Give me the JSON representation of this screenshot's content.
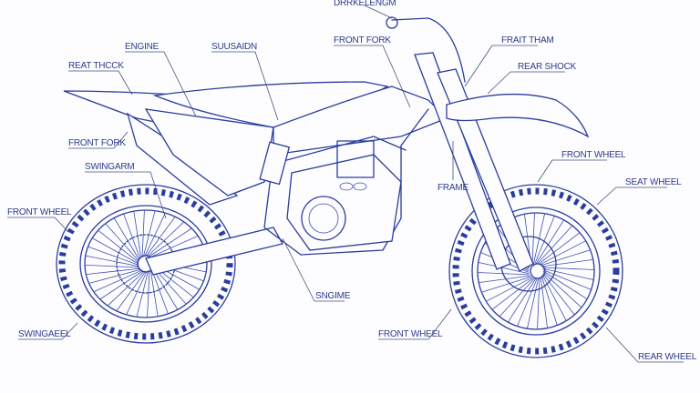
{
  "diagram": {
    "colors": {
      "ink": "#2a3d9e",
      "label": "#2c3a8a",
      "background": "#fdfdff"
    },
    "labels": {
      "top": "DRRKELENGM",
      "engine": "ENGINE",
      "suspension": "SUUSAIDN",
      "reat_thcck": "REAT THCCK",
      "front_fork_top": "FRONT FORK",
      "frait_tham": "FRAIT THAM",
      "rear_shock": "REAR SHOCK",
      "front_fork_left": "FRONT FORK",
      "swingarm": "SWINGARM",
      "front_wheel_left": "FRONT WHEEL",
      "frame": "FRAME",
      "front_wheel_right": "FRONT WHEEL",
      "seat_wheel": "SEAT WHEEL",
      "sngime": "SNGIME",
      "front_wheel_bottom": "FRONT WHEEL",
      "swingaeel": "SWINGAEEL",
      "rear_wheel": "REAR WHEEL"
    }
  }
}
